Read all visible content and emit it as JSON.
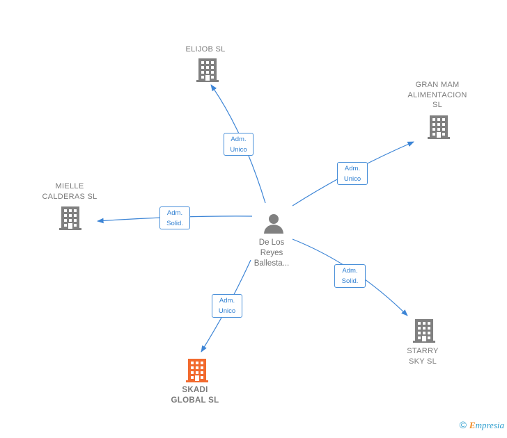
{
  "center": {
    "label": "De Los\nReyes\nBallesta..."
  },
  "companies": [
    {
      "id": "elijob",
      "label": "ELIJOB  SL",
      "highlight": false
    },
    {
      "id": "granmam",
      "label": "GRAN MAM\nALIMENTACION\nSL",
      "highlight": false
    },
    {
      "id": "mielle",
      "label": "MIELLE\nCALDERAS  SL",
      "highlight": false
    },
    {
      "id": "starry",
      "label": "STARRY\nSKY  SL",
      "highlight": false
    },
    {
      "id": "skadi",
      "label": "SKADI\nGLOBAL  SL",
      "highlight": true
    }
  ],
  "edges": [
    {
      "to": "elijob",
      "role": "Adm.\nUnico"
    },
    {
      "to": "granmam",
      "role": "Adm.\nUnico"
    },
    {
      "to": "mielle",
      "role": "Adm.\nSolid."
    },
    {
      "to": "starry",
      "role": "Adm.\nSolid."
    },
    {
      "to": "skadi",
      "role": "Adm.\nUnico"
    }
  ],
  "colors": {
    "edge": "#3d85d6",
    "building": "#808080",
    "building_highlight": "#f26a2e",
    "person": "#808080"
  },
  "footer": {
    "copyright": "©",
    "brand_first": "E",
    "brand_rest": "mpresia"
  }
}
